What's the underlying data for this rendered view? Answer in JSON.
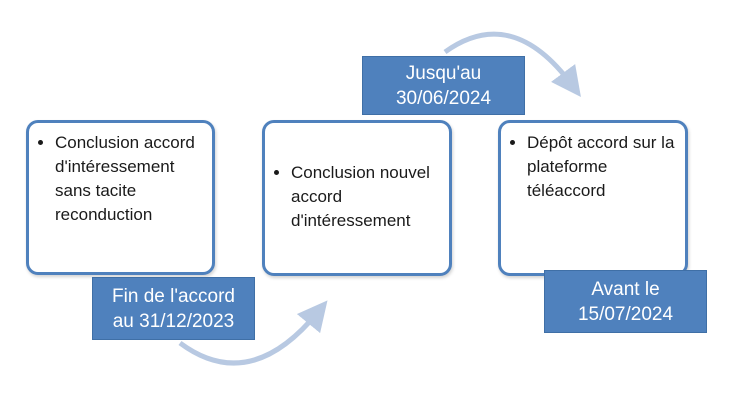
{
  "cards": [
    {
      "items": [
        "Conclusion accord d'intéressement sans tacite reconduction"
      ]
    },
    {
      "items": [
        "Conclusion nouvel accord d'intéressement"
      ]
    },
    {
      "items": [
        "Dépôt accord sur la plateforme téléaccord"
      ]
    }
  ],
  "tags": {
    "tag1": {
      "line1": "Fin de l'accord",
      "line2": "au 31/12/2023"
    },
    "tag2": {
      "line1": "Jusqu'au",
      "line2": "30/06/2024"
    },
    "tag3": {
      "line1": "Avant le",
      "line2": "15/07/2024"
    }
  },
  "colors": {
    "accent": "#4f81bd",
    "arrow": "#b8c9e2"
  }
}
